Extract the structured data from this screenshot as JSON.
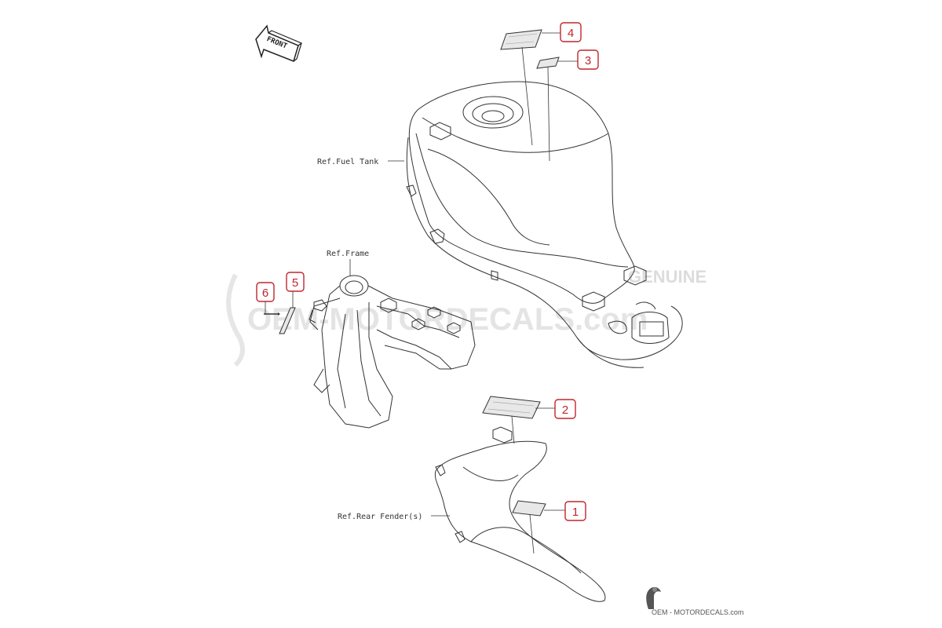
{
  "refs": {
    "fuel_tank": "Ref.Fuel Tank",
    "frame": "Ref.Frame",
    "rear_fender": "Ref.Rear Fender(s)"
  },
  "callouts": [
    "1",
    "2",
    "3",
    "4",
    "5",
    "6"
  ],
  "front_arrow": "FRONT",
  "watermark": {
    "main": "OEM-MOTORDECALS.com",
    "corner": "GENUINE"
  },
  "brand": "OEM - MOTORDECALS.com",
  "colors": {
    "callout": "#c0262d",
    "line": "#333333"
  }
}
